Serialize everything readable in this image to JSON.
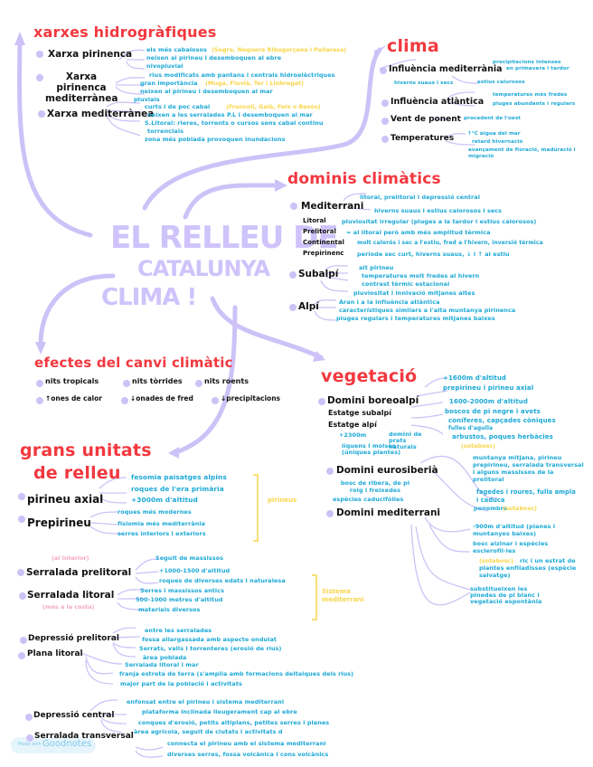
{
  "title": {
    "line1": "EL RELLEU DE",
    "line2": "CATALUNYA",
    "line3": "CLIMA !"
  },
  "xarxes": {
    "heading": "xarxes hidrogràfiques",
    "items": [
      {
        "label": "Xarxa pirinenca",
        "notes": [
          "els més cabalosos",
          "neixen al pirineu i desemboquen al ebre",
          "nivopluvial"
        ],
        "note_highlight": "(Segre, Noguera Ribagorçana i Pallaresa)"
      },
      {
        "label": "Xarxa pirinenca mediterrànea",
        "notes": [
          "rius modificats amb pantans i centrals hidroelèctriques",
          "gran importància",
          "neixen al pirineu i desemboquen al mar",
          "pluvials"
        ],
        "note_highlight": "(Muga, Fluvià, Ter i Llobregat)"
      },
      {
        "label": "Xarxa mediterrànea",
        "notes": [
          "curts i de poc cabal",
          "neixen a les serralades P.L i desemboquen al mar",
          "S.Litoral: rieres, torrents o cursos sens cabal continu",
          "torrencials",
          "zona més poblada provoquen inundacions"
        ],
        "note_highlight": "(Francolí, Gaià, Foix o Besòs)"
      }
    ]
  },
  "clima": {
    "heading": "clima",
    "items": [
      {
        "label": "Influència mediterrània",
        "notes": [
          "precipitacions intenses",
          "en primavera i tardor",
          "hiverns suaus i secs",
          "estius calurosos"
        ]
      },
      {
        "label": "Influència atlàntica",
        "notes": [
          "temperatures més fredes",
          "pluges abundants i regulars"
        ]
      },
      {
        "label": "Vent de ponent",
        "notes": [
          "procedent de l'oest"
        ]
      },
      {
        "label": "Temperatures",
        "notes": [
          "↑°C aigua del mar",
          "retard hivernació",
          "avançament de floració, maduració i migració"
        ]
      }
    ]
  },
  "dominis": {
    "heading": "dominis climàtics",
    "mediterrani": {
      "label": "Mediterrani",
      "notes": [
        "litoral, prelitoral i depressió central",
        "hiverns suaus i estius calorosos i secs"
      ]
    },
    "sub": [
      {
        "label": "Litoral",
        "note": "pluviositat irregular (pluges a la tardor i estius calorosos)"
      },
      {
        "label": "Prelitoral",
        "note": "= al litoral però amb més amplitud tèrmica"
      },
      {
        "label": "Continental",
        "note": "molt calorós i sec a l'estiu, fred a l'hivern, inversió tèrmica"
      },
      {
        "label": "Prepirinenc",
        "note": "període sec curt, hiverns suaus, ↓ i ↑ al estiu"
      }
    ],
    "subalpi": {
      "label": "Subalpí",
      "notes": [
        "alt pirineu",
        "temperatures molt fredes al hivern",
        "contrast tèrmic estacional",
        "pluviositat i innivació mitjanes altes"
      ]
    },
    "alpi": {
      "label": "Alpí",
      "notes": [
        "Aran i a la influència atlàntica",
        "característiques similars a l'alta muntanya pirinenca",
        "pluges regulars i temperatures mitjanes baixes"
      ]
    }
  },
  "efectes": {
    "heading": "efectes del canvi climàtic",
    "items": [
      "nits tropicals",
      "nits tòrrides",
      "nits roents",
      "↑ones de calor",
      "↓onades de fred",
      "↓precipitacions"
    ]
  },
  "vegetacio": {
    "heading": "vegetació",
    "boreoalpi": {
      "label": "Domini boreoalpí",
      "notes": [
        "+1600m d'altitud",
        "prepirineu i pirineu axial"
      ]
    },
    "subalpi": {
      "label": "Estatge subalpí",
      "notes": [
        "1600-2000m d'altitud",
        "boscos de pi negre i avets",
        "coníferes, capçades còniques",
        "fulles d'agulla"
      ]
    },
    "alpi": {
      "label": "Estatge alpí",
      "notes": [
        "+2300m",
        "domini de prats naturals",
        "líquens i molses (úniques plantes)",
        "arbustos, poques herbàcies",
        "(sotabosc)"
      ]
    },
    "eurosiberia": {
      "label": "Domini eurosiberià",
      "notes": [
        "bosc de ribera, de pi roig i freixedes",
        "espècies caducifòlies",
        "muntanya mitjana, pirineu prepirineu, serralada transversal i alguns massissos de la prelitoral",
        "fagedes i roures, fulla ampla i caduca",
        "penombra",
        "(sotabosc)"
      ]
    },
    "mediterrani": {
      "label": "Domini mediterrani",
      "notes": [
        "-900m d'altitud (planes i muntanyes baixes)",
        "bosc alzinar i espècies esclerofil·les",
        "(sotabosc)",
        "ric i un estrat de plantes enfiladisses (espècie salvatge)",
        "substitueixen les pinedes de pi blanc i vegetació espontània"
      ]
    }
  },
  "unitats": {
    "heading1": "grans unitats",
    "heading2": "de relleu",
    "pirineus_label": "pirineus",
    "sistema_label": "Sistema mediterrani",
    "items": [
      {
        "label": "pirineu axial",
        "notes": [
          "fesomia paisatges alpins",
          "roques de l'era primària",
          "+3000m d'altitud"
        ]
      },
      {
        "label": "Prepirineu",
        "notes": [
          "roques més modernes",
          "fisiomia més mediterrània",
          "serres interiors i exteriors"
        ]
      },
      {
        "label": "Serralada prelitoral",
        "tag": "(al interior)",
        "notes": [
          "Seguit de massissos",
          "+1000-1500 d'altitud",
          "roques de diverses edats i naturalesa"
        ]
      },
      {
        "label": "Serralada litoral",
        "tag": "(més a la costa)",
        "notes": [
          "Serres i massissos antics",
          "500-1000 metres d'altitud",
          "materials diversos"
        ]
      },
      {
        "label": "Depressió prelitoral",
        "notes": [
          "entre les serralades",
          "fossa allargassada amb aspecte ondulat",
          "Serrats, valls i torrenteres (erosió de rius)",
          "àrea poblada"
        ]
      },
      {
        "label": "Plana litoral",
        "notes": [
          "Serralada litoral i mar",
          "franja estreta de terra (s'amplia amb formacions deltaiques dels rius)",
          "major part de la població i activitats"
        ]
      },
      {
        "label": "Depressió central",
        "notes": [
          "enfonsat entre el pirineu i sistema mediterrani",
          "plataforma inclinada lleugerament cap al ebre",
          "conques d'erosió, petits altiplans, petites serres i planes",
          "àrea agrícola, seguit de ciutats i activitats d"
        ]
      },
      {
        "label": "Serralada transversal",
        "notes": [
          "connecta el pirineu amb el sistema mediterrani",
          "diverses serres, fossa volcànica i cons volcànics"
        ]
      }
    ]
  },
  "watermark": {
    "prefix": "Made with",
    "brand": "Goodnotes"
  },
  "colors": {
    "heading": "#f2383f",
    "note": "#1aa8d6",
    "connector": "#cdc2f7",
    "highlight": "#f8d64a",
    "tag": "#f5a8c8"
  }
}
